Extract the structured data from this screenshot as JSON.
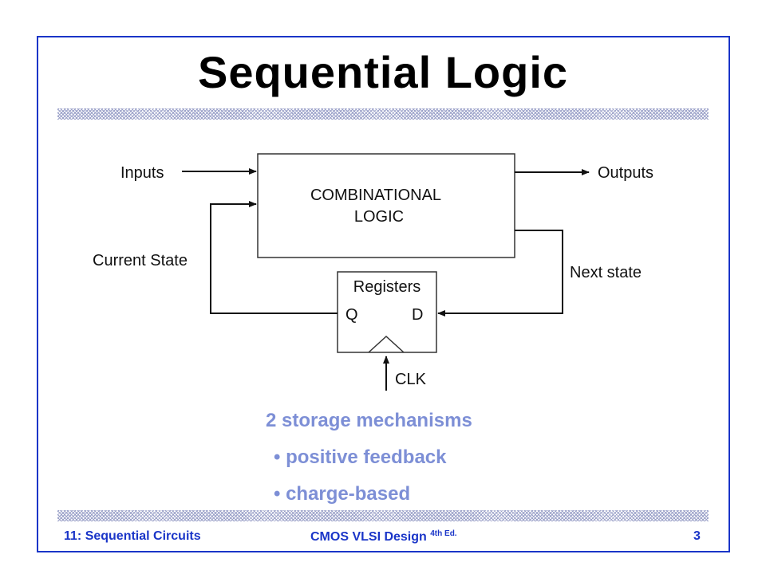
{
  "slide": {
    "title": "Sequential Logic",
    "accent_color": "#1a35c8",
    "bullet_color": "#7d8fd6"
  },
  "diagram": {
    "inputs_label": "Inputs",
    "outputs_label": "Outputs",
    "combinational_line1": "COMBINATIONAL",
    "combinational_line2": "LOGIC",
    "registers_label": "Registers",
    "q_label": "Q",
    "d_label": "D",
    "clk_label": "CLK",
    "current_state_label": "Current State",
    "next_state_label": "Next state"
  },
  "bullets": {
    "heading": "2 storage mechanisms",
    "items": [
      "• positive feedback",
      "• charge-based"
    ]
  },
  "footer": {
    "left": "11: Sequential Circuits",
    "center": "CMOS VLSI Design",
    "center_sup": "4th Ed.",
    "page": "3"
  }
}
